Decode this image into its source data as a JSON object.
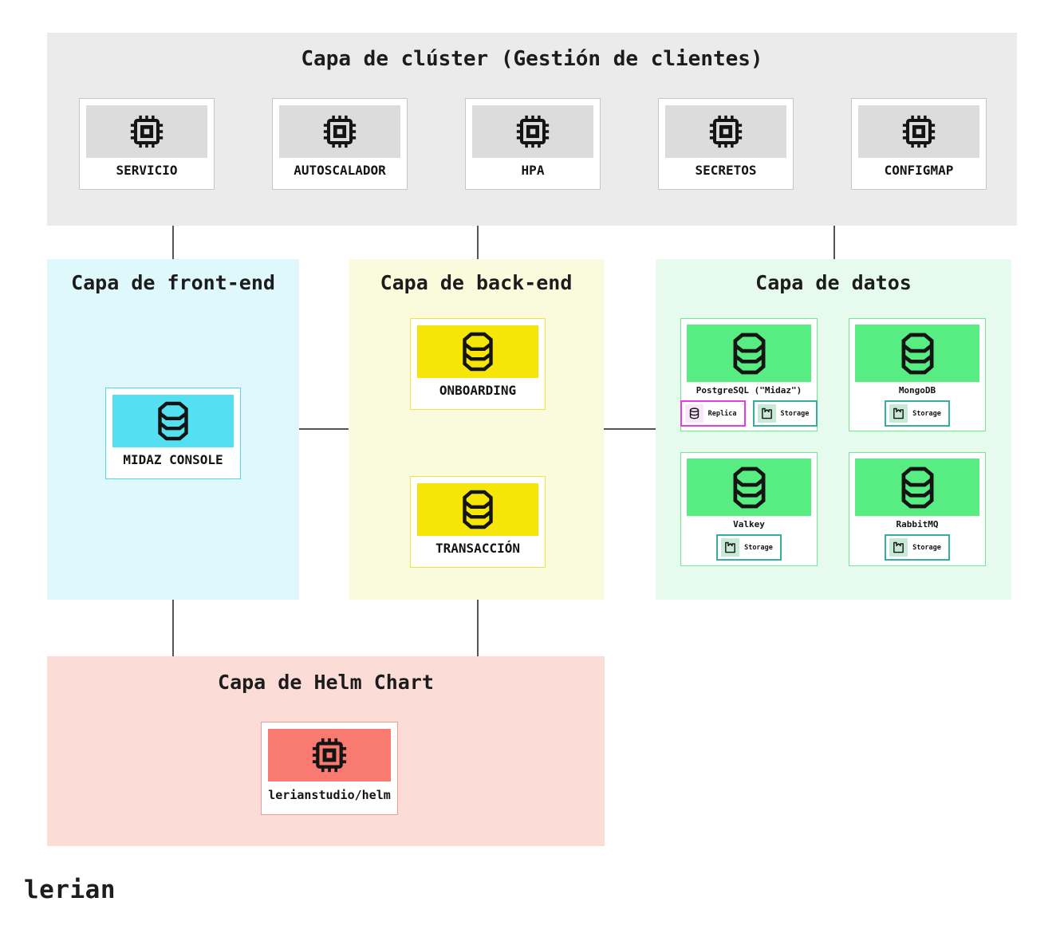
{
  "colors": {
    "cluster_bg": "#ebebeb",
    "cluster_node_fill": "#dcdcdc",
    "frontend_bg": "#def8fb",
    "frontend_accent": "#55e0f2",
    "backend_bg": "#fafbdc",
    "backend_accent": "#f6e508",
    "data_bg": "#e7faee",
    "data_accent": "#58ed82",
    "helm_bg": "#fcdcd7",
    "helm_accent": "#f87a70",
    "replica_accent": "#e83be8",
    "storage_accent": "#35ae9d",
    "connector": "#1b1b1b",
    "text": "#161616"
  },
  "logo": {
    "text": "lerian"
  },
  "layers": {
    "cluster": {
      "title": "Capa de clúster (Gestión de clientes)",
      "nodes": [
        {
          "label": "SERVICIO",
          "icon": "cpu-icon"
        },
        {
          "label": "AUTOSCALADOR",
          "icon": "cpu-icon"
        },
        {
          "label": "HPA",
          "icon": "cpu-icon"
        },
        {
          "label": "SECRETOS",
          "icon": "cpu-icon"
        },
        {
          "label": "CONFIGMAP",
          "icon": "cpu-icon"
        }
      ]
    },
    "frontend": {
      "title": "Capa de front-end",
      "nodes": [
        {
          "label": "MIDAZ CONSOLE",
          "icon": "database-icon"
        }
      ]
    },
    "backend": {
      "title": "Capa de back-end",
      "nodes": [
        {
          "label": "ONBOARDING",
          "icon": "database-icon"
        },
        {
          "label": "TRANSACCIÓN",
          "icon": "database-icon"
        }
      ]
    },
    "data": {
      "title": "Capa de datos",
      "nodes": [
        {
          "label": "PostgreSQL (\"Midaz\")",
          "icon": "database-icon",
          "badges": [
            {
              "label": "Replica",
              "icon": "database-icon"
            },
            {
              "label": "Storage",
              "icon": "factory-icon"
            }
          ]
        },
        {
          "label": "MongoDB",
          "icon": "database-icon",
          "badges": [
            {
              "label": "Storage",
              "icon": "factory-icon"
            }
          ]
        },
        {
          "label": "Valkey",
          "icon": "database-icon",
          "badges": [
            {
              "label": "Storage",
              "icon": "factory-icon"
            }
          ]
        },
        {
          "label": "RabbitMQ",
          "icon": "database-icon",
          "badges": [
            {
              "label": "Storage",
              "icon": "factory-icon"
            }
          ]
        }
      ]
    },
    "helm": {
      "title": "Capa de Helm Chart",
      "nodes": [
        {
          "label": "lerianstudio/helm",
          "icon": "cpu-icon"
        }
      ]
    }
  }
}
